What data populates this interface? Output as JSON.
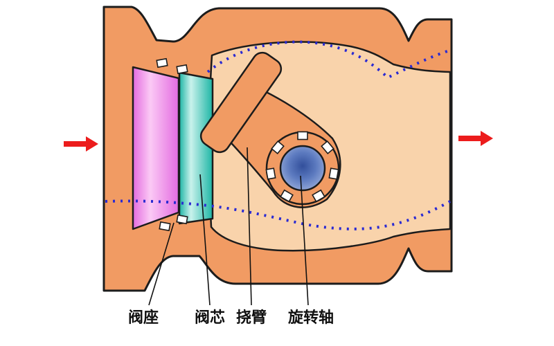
{
  "diagram": {
    "labels": {
      "seat": "阀座",
      "disc": "阀芯",
      "arm": "挠臂",
      "shaft": "旋转轴"
    },
    "colors": {
      "background": "#ffffff",
      "body": "#f19b63",
      "cavity": "#f9d3ab",
      "outline": "#1c1c1c",
      "seat_dark": "#e36be0",
      "seat_light": "#fbc9f5",
      "disc_dark": "#1db5a5",
      "disc_light": "#c9f2ec",
      "shaft_center": "#324f9b",
      "shaft_mid": "#5d7bc0",
      "shaft_edge": "#9db1dd",
      "clip": "#ffffff",
      "flow_dots": "#2a2ad2",
      "arrow": "#ec1c1c",
      "label_text": "#111111"
    }
  }
}
